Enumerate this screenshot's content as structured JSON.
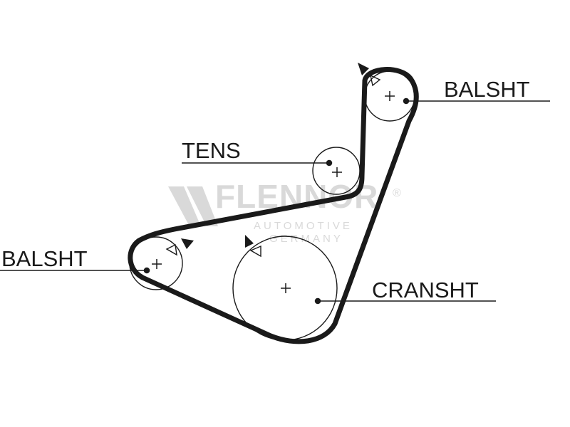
{
  "labels": {
    "balsht_top": "BALSHT",
    "tens": "TENS",
    "balsht_left": "BALSHT",
    "cransht": "CRANSHT"
  },
  "watermark": {
    "brand": "FLENNOR",
    "registered": "®",
    "sub_line1": "AUTOMOTIVE",
    "sub_line2": "GERMANY"
  },
  "colors": {
    "ink": "#1a1a1a",
    "watermark": "#d9d9d9",
    "background": "#ffffff"
  }
}
